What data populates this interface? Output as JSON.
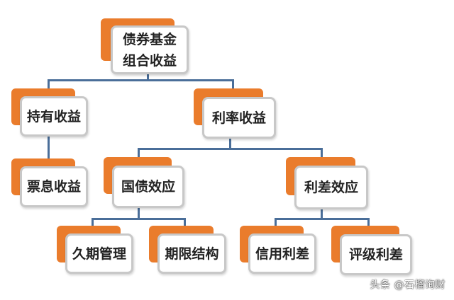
{
  "colors": {
    "accent_orange": "#ea7c2c",
    "connector_blue": "#4a6e99",
    "box_border": "#c8c8c8",
    "text": "#222222"
  },
  "tree": {
    "root": {
      "label": "债券基金\n组合收益"
    },
    "holding": {
      "label": "持有收益"
    },
    "coupon": {
      "label": "票息收益"
    },
    "rate": {
      "label": "利率收益"
    },
    "treasury": {
      "label": "国债效应"
    },
    "spread": {
      "label": "利差效应"
    },
    "duration": {
      "label": "久期管理"
    },
    "term": {
      "label": "期限结构"
    },
    "credit": {
      "label": "信用利差"
    },
    "rating": {
      "label": "评级利差"
    }
  },
  "watermark": "头条 @石榴询财"
}
